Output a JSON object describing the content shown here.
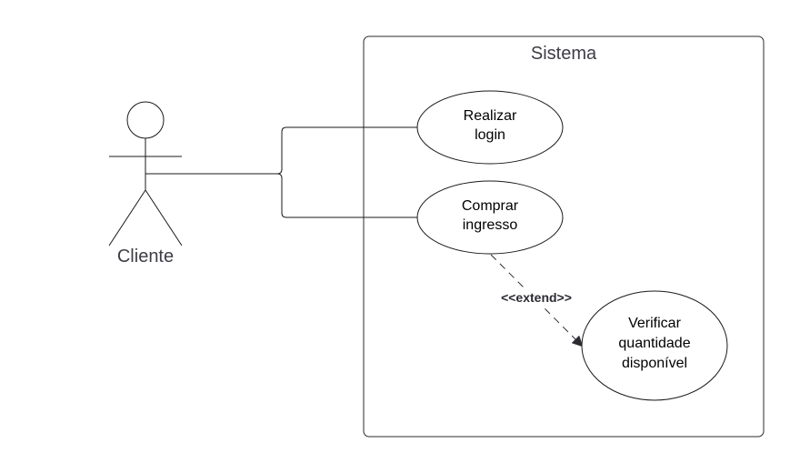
{
  "system": {
    "title": "Sistema"
  },
  "actor": {
    "name": "Cliente"
  },
  "use_cases": {
    "login": {
      "line1": "Realizar",
      "line2": "login"
    },
    "comprar": {
      "line1": "Comprar",
      "line2": "ingresso"
    },
    "verificar": {
      "line1": "Verificar",
      "line2": "quantidade",
      "line3": "disponível"
    }
  },
  "relations": {
    "extend_label": "<<extend>>"
  }
}
